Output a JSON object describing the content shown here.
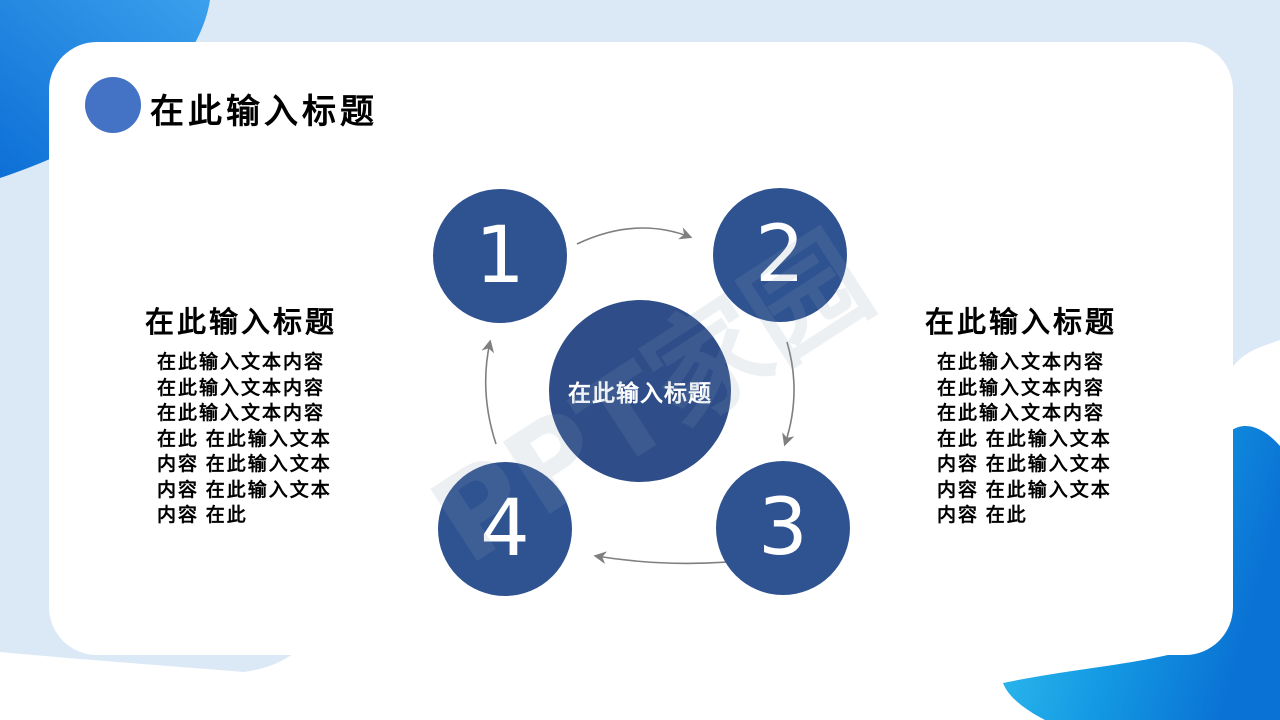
{
  "slide": {
    "title": "在此输入标题",
    "diagram": {
      "center_label": "在此输入标题",
      "steps": [
        {
          "number": "1"
        },
        {
          "number": "2"
        },
        {
          "number": "3"
        },
        {
          "number": "4"
        }
      ]
    },
    "panels": [
      {
        "heading": "在此输入标题",
        "lines": [
          "在此输入文本内容",
          "在此输入文本内容",
          "在此输入文本内容",
          "在此 在此输入文本",
          "内容 在此输入文本",
          "内容 在此输入文本",
          "内容 在此"
        ]
      },
      {
        "heading": "在此输入标题",
        "lines": [
          "在此输入文本内容",
          "在此输入文本内容",
          "在此输入文本内容",
          "在此 在此输入文本",
          "内容 在此输入文本",
          "内容 在此输入文本",
          "内容 在此"
        ]
      }
    ],
    "watermark": "PPT家园"
  },
  "colors": {
    "card-white": "#ffffff",
    "pale-blue": "#dbe9f7",
    "blob-blue-light": "#3ba0ec",
    "blob-blue-dark": "#0d6fd6",
    "blob-cyan": "#38c6f0",
    "bullet-blue": "#4472c4",
    "circle-navy": "#2f5391",
    "center-navy": "#2e4d89",
    "arrow-gray": "#7f7f7f",
    "text-black": "#000000"
  }
}
